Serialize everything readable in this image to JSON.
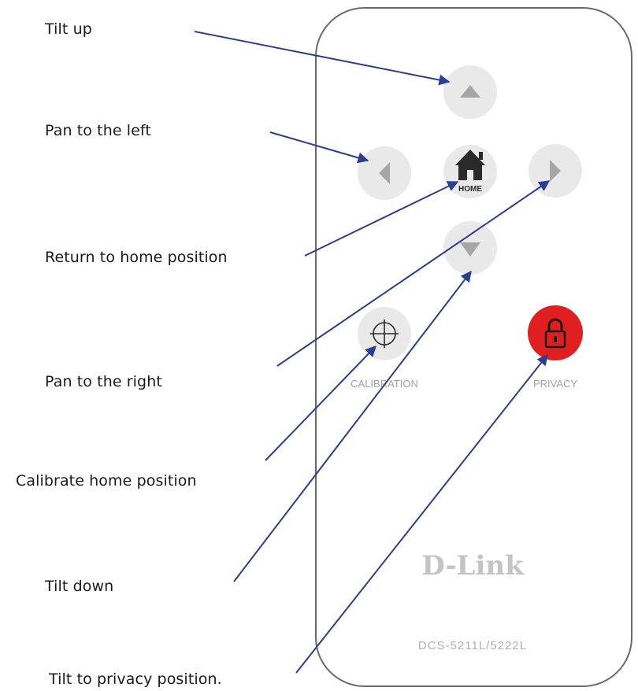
{
  "callouts": {
    "tilt_up": "Tilt up",
    "pan_left": "Pan to the left",
    "home": "Return to home position",
    "pan_right": "Pan to the right",
    "calibrate": "Calibrate home position",
    "tilt_down": "Tilt down",
    "privacy": "Tilt to privacy position."
  },
  "remote": {
    "home_label": "HOME",
    "calibration_label": "CALIBRATION",
    "privacy_label": "PRIVACY",
    "brand": "D-Link",
    "model": "DCS-5211L/5222L"
  },
  "colors": {
    "arrow": "#2c3e91",
    "button": "#e9e9e9",
    "privacy_button": "#e02020",
    "remote_outline": "#6a6a6a",
    "brand_text": "#c4c4c4"
  },
  "icons": {
    "up": "triangle-up-icon",
    "left": "triangle-left-icon",
    "right": "triangle-right-icon",
    "down": "triangle-down-icon",
    "home": "house-icon",
    "calibration": "crosshair-icon",
    "privacy": "padlock-icon"
  }
}
